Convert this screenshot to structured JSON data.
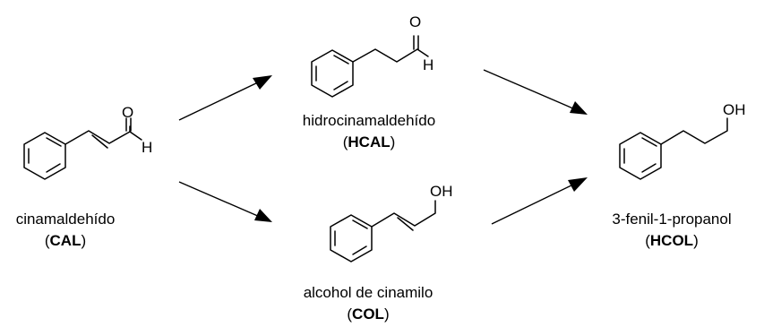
{
  "compounds": {
    "cal": {
      "name": "cinamaldehído",
      "abbr": "CAL",
      "atom_o": "O",
      "atom_h": "H"
    },
    "hcal": {
      "name": "hidrocinamaldehído",
      "abbr": "HCAL",
      "atom_o": "O",
      "atom_h": "H"
    },
    "col": {
      "name": "alcohol de cinamilo",
      "abbr": "COL",
      "atom_oh": "OH"
    },
    "hcol": {
      "name": "3-fenil-1-propanol",
      "abbr": "HCOL",
      "atom_oh": "OH"
    }
  },
  "paren_open": "(",
  "paren_close": ")"
}
